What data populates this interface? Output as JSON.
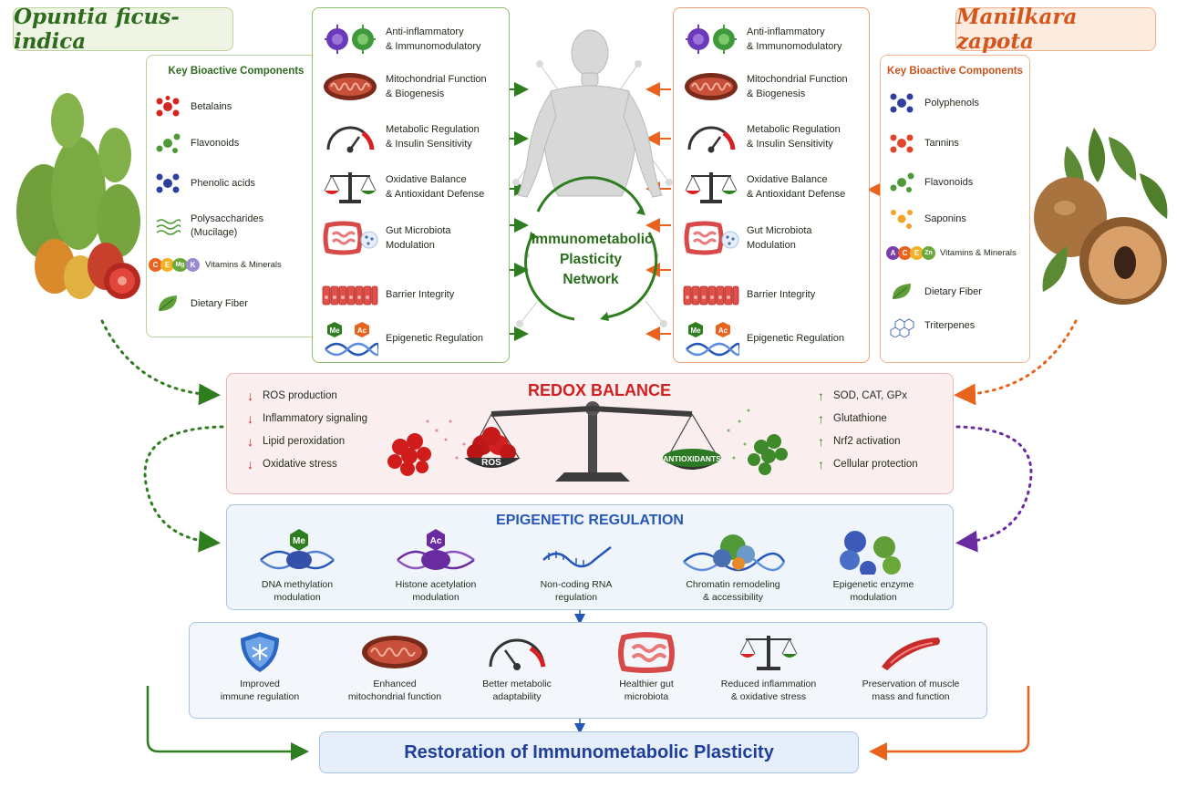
{
  "left_plant": {
    "title": "Opuntia ficus-indica",
    "components_heading": "Key Bioactive Components",
    "components": [
      {
        "label": "Betalains",
        "icon": "red-molecule-icon"
      },
      {
        "label": "Flavonoids",
        "icon": "green-molecule-icon"
      },
      {
        "label": "Phenolic acids",
        "icon": "blue-molecule-icon"
      },
      {
        "label": "Polysaccharides\n(Mucilage)",
        "icon": "wavy-lines-icon"
      },
      {
        "label": "Vitamins & Minerals",
        "icon": "vitamin-bubbles-icon",
        "bubbles": [
          "C",
          "E",
          "Mg",
          "K"
        ]
      },
      {
        "label": "Dietary Fiber",
        "icon": "leaf-icon"
      }
    ]
  },
  "right_plant": {
    "title": "Manilkara zapota",
    "components_heading": "Key Bioactive Components",
    "components": [
      {
        "label": "Polyphenols",
        "icon": "blue-molecule-icon"
      },
      {
        "label": "Tannins",
        "icon": "orange-red-molecule-icon"
      },
      {
        "label": "Flavonoids",
        "icon": "green-molecule-icon"
      },
      {
        "label": "Saponins",
        "icon": "yellow-molecule-icon"
      },
      {
        "label": "Vitamins & Minerals",
        "icon": "vitamin-bubbles-icon",
        "bubbles": [
          "A",
          "C",
          "E",
          "Zn"
        ]
      },
      {
        "label": "Dietary Fiber",
        "icon": "leaf-icon"
      },
      {
        "label": "Triterpenes",
        "icon": "ring-structure-icon"
      }
    ]
  },
  "effects": [
    {
      "label": "Anti-inflammatory\n& Immunomodulatory",
      "icon": "immune-cells-icon"
    },
    {
      "label": "Mitochondrial Function\n& Biogenesis",
      "icon": "mitochondrion-icon"
    },
    {
      "label": "Metabolic Regulation\n& Insulin Sensitivity",
      "icon": "gauge-icon"
    },
    {
      "label": "Oxidative Balance\n& Antioxidant Defense",
      "icon": "balance-scale-icon"
    },
    {
      "label": "Gut Microbiota\nModulation",
      "icon": "intestine-icon"
    },
    {
      "label": "Barrier Integrity",
      "icon": "epithelial-barrier-icon"
    },
    {
      "label": "Epigenetic Regulation",
      "icon": "dna-marks-icon",
      "marks": [
        "Me",
        "Ac"
      ]
    }
  ],
  "network_label": "Immunometabolic\nPlasticity\nNetwork",
  "redox": {
    "title": "REDOX BALANCE",
    "left_items": [
      "ROS production",
      "Inflammatory signaling",
      "Lipid peroxidation",
      "Oxidative stress"
    ],
    "right_items": [
      "SOD, CAT, GPx",
      "Glutathione",
      "Nrf2 activation",
      "Cellular protection"
    ],
    "left_pan": "ROS",
    "right_pan": "ANTIOXIDANTS",
    "down_arrow": "↓",
    "up_arrow": "↑"
  },
  "epigenetic": {
    "title": "EPIGENETIC REGULATION",
    "items": [
      {
        "label": "DNA methylation\nmodulation",
        "icon": "dna-methylation-icon",
        "mark": "Me"
      },
      {
        "label": "Histone acetylation\nmodulation",
        "icon": "histone-acetylation-icon",
        "mark": "Ac"
      },
      {
        "label": "Non-coding RNA\nregulation",
        "icon": "rna-strand-icon"
      },
      {
        "label": "Chromatin remodeling\n& accessibility",
        "icon": "chromatin-icon"
      },
      {
        "label": "Epigenetic enzyme\nmodulation",
        "icon": "enzyme-icon"
      }
    ]
  },
  "outcomes": [
    {
      "label": "Improved\nimmune regulation",
      "icon": "shield-icon"
    },
    {
      "label": "Enhanced\nmitochondrial function",
      "icon": "mitochondrion-icon"
    },
    {
      "label": "Better metabolic\nadaptability",
      "icon": "gauge-icon"
    },
    {
      "label": "Healthier gut\nmicrobiota",
      "icon": "intestine-icon"
    },
    {
      "label": "Reduced inflammation\n& oxidative stress",
      "icon": "balance-scale-icon"
    },
    {
      "label": "Preservation of muscle\nmass and function",
      "icon": "muscle-icon"
    }
  ],
  "final": "Restoration of Immunometabolic Plasticity",
  "colors": {
    "green": "#2e7d1f",
    "orange": "#e8641e",
    "red": "#d21f1f",
    "blue": "#2557b8",
    "purple": "#6a2aa0"
  }
}
